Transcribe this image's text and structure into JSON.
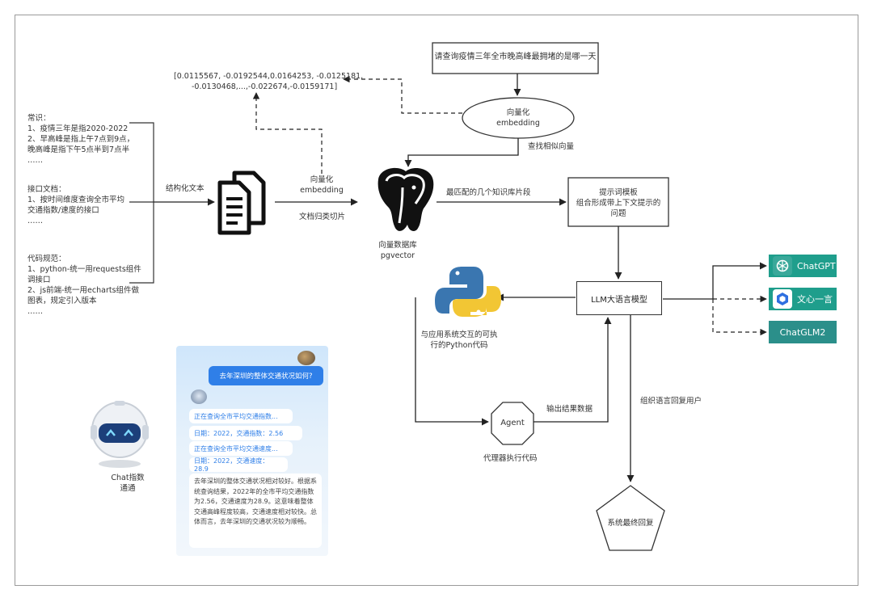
{
  "query_box": "请查询疫情三年全市晚高峰最拥堵的是哪一天",
  "vectorize_ellipse": [
    "向量化",
    "embedding"
  ],
  "find_similar_label": "查找相似向量",
  "vector_values": [
    "[0.0115567, -0.0192544,0.0164253, -0.0125181,",
    "-0.0130468,...,-0.022674,-0.0159171]"
  ],
  "knowledge": {
    "common_sense": [
      "常识：",
      "1、疫情三年是指2020-2022",
      "2、早高峰是指上午7点到9点，",
      "晚高峰是指下午5点半到7点半",
      "……"
    ],
    "api_doc": [
      "接口文档：",
      "1、按时间维度查询全市平均",
      "交通指数/速度的接口",
      "……"
    ],
    "code_spec": [
      "代码规范：",
      "1、python-统一用requests组件",
      "调接口",
      "2、js前端-统一用echarts组件做",
      "图表，规定引入版本",
      "……"
    ]
  },
  "structured_text_label": "结构化文本",
  "doc_vectorize_label": [
    "向量化",
    "embedding"
  ],
  "doc_split_label": "文档归类切片",
  "vector_db_label": [
    "向量数据库",
    "pgvector"
  ],
  "best_match_label": "最匹配的几个知识库片段",
  "prompt_box": [
    "提示词模板",
    "组合形成带上下文提示的",
    "问题"
  ],
  "llm_box": "LLM大语言模型",
  "llms": [
    {
      "name": "ChatGPT",
      "color": "#1f9e8c",
      "icon": "openai-icon"
    },
    {
      "name": "文心一言",
      "color": "#1f9e8c",
      "icon": "wenxin-icon"
    },
    {
      "name": "ChatGLM2",
      "color": "#2b8f8a",
      "icon": ""
    }
  ],
  "python_label": [
    "与应用系统交互的可执",
    "行的Python代码"
  ],
  "agent_label": "Agent",
  "agent_caption": "代理器执行代码",
  "output_data_label": "输出结果数据",
  "reply_label": "组织语言回复用户",
  "final_label": "系统最终回复",
  "chat": {
    "question": "去年深圳的整体交通状况如何?",
    "messages": [
      {
        "text": "正在查询全市平均交通指数...",
        "style": "blue"
      },
      {
        "text": "日期：2022，交通指数：2.56",
        "style": "blue"
      },
      {
        "text": "正在查询全市平均交通速度...",
        "style": "blue"
      },
      {
        "text": "日期：2022，交通速度：28.9",
        "style": "blue"
      }
    ],
    "answer": "去年深圳的整体交通状况相对较好。根据系统查询结果，2022年的全市平均交通指数为2.56，交通速度为28.9。这意味着整体交通高峰程度较高，交通速度相对较快。总体而言，去年深圳的交通状况较为顺畅。"
  },
  "robot_caption": [
    "Chat指数",
    "通通"
  ]
}
